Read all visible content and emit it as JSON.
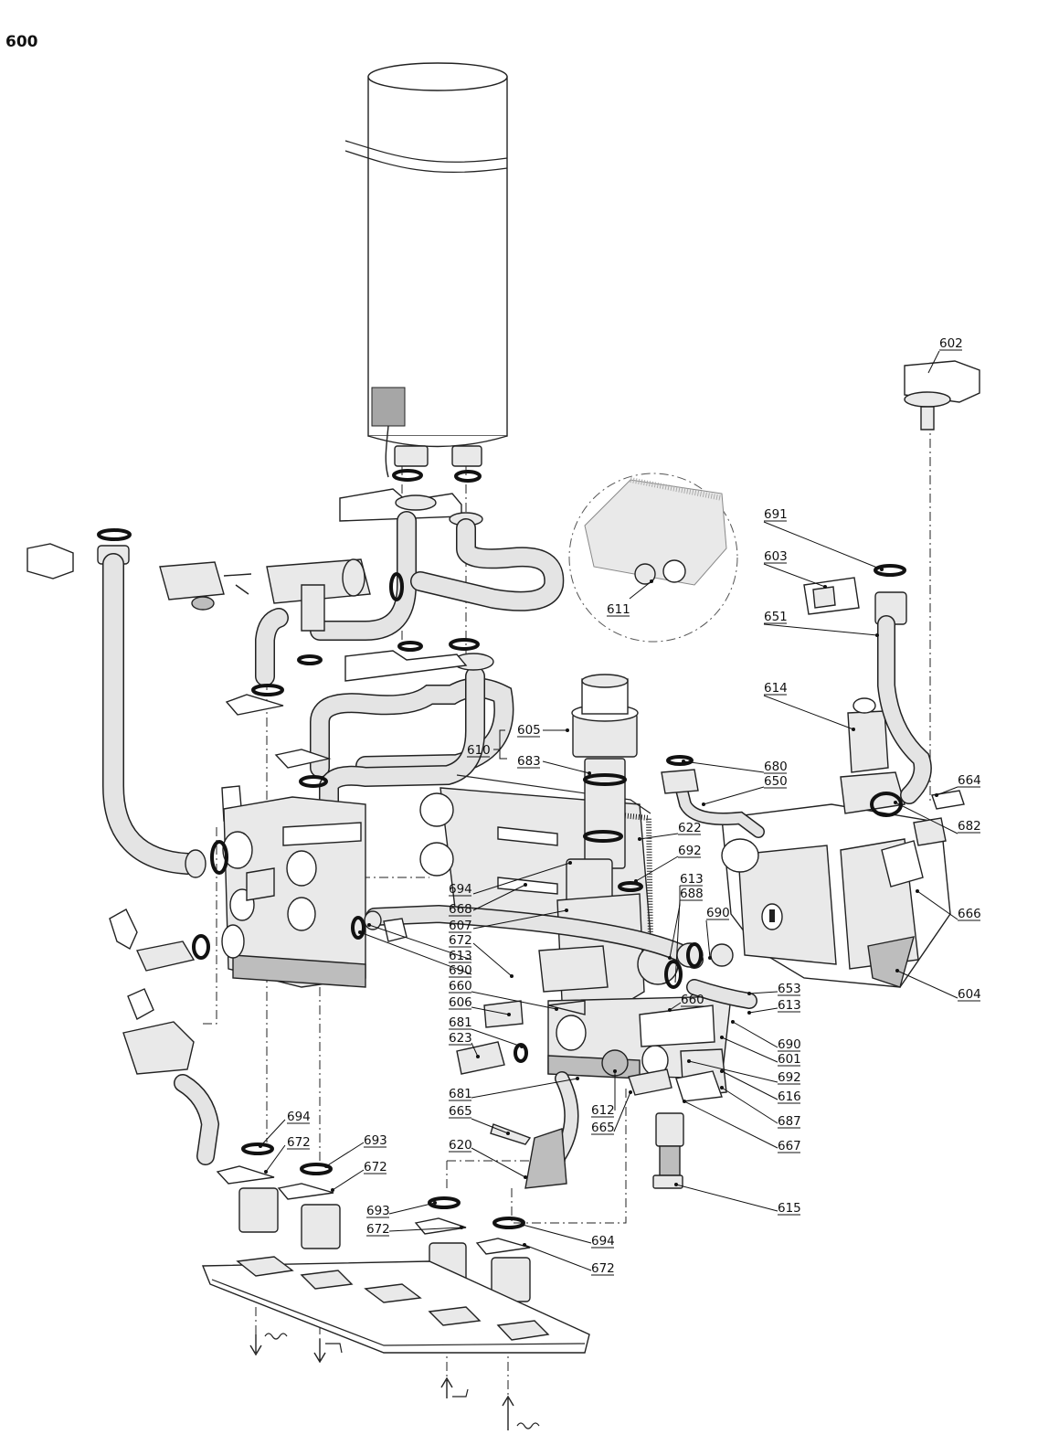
{
  "title": "600",
  "labels": {
    "602": "602",
    "691": "691",
    "603": "603",
    "651": "651",
    "611": "611",
    "614": "614",
    "605": "605",
    "610": "610",
    "683": "683",
    "680": "680",
    "650": "650",
    "664": "664",
    "682": "682",
    "622": "622",
    "692a": "692",
    "694a": "694",
    "668": "668",
    "613a": "613",
    "688": "688",
    "690a": "690",
    "666": "666",
    "607": "607",
    "672a": "672",
    "613b": "613",
    "690b": "690",
    "660a": "660",
    "653": "653",
    "604": "604",
    "606": "606",
    "660b": "660",
    "613c": "613",
    "681a": "681",
    "690c": "690",
    "623": "623",
    "601": "601",
    "692b": "692",
    "681b": "681",
    "616": "616",
    "612": "612",
    "687": "687",
    "665a": "665",
    "665b": "665",
    "667": "667",
    "694b": "694",
    "672b": "672",
    "693a": "693",
    "672c": "672",
    "620": "620",
    "615": "615",
    "693b": "693",
    "672d": "672",
    "694c": "694",
    "672e": "672"
  }
}
